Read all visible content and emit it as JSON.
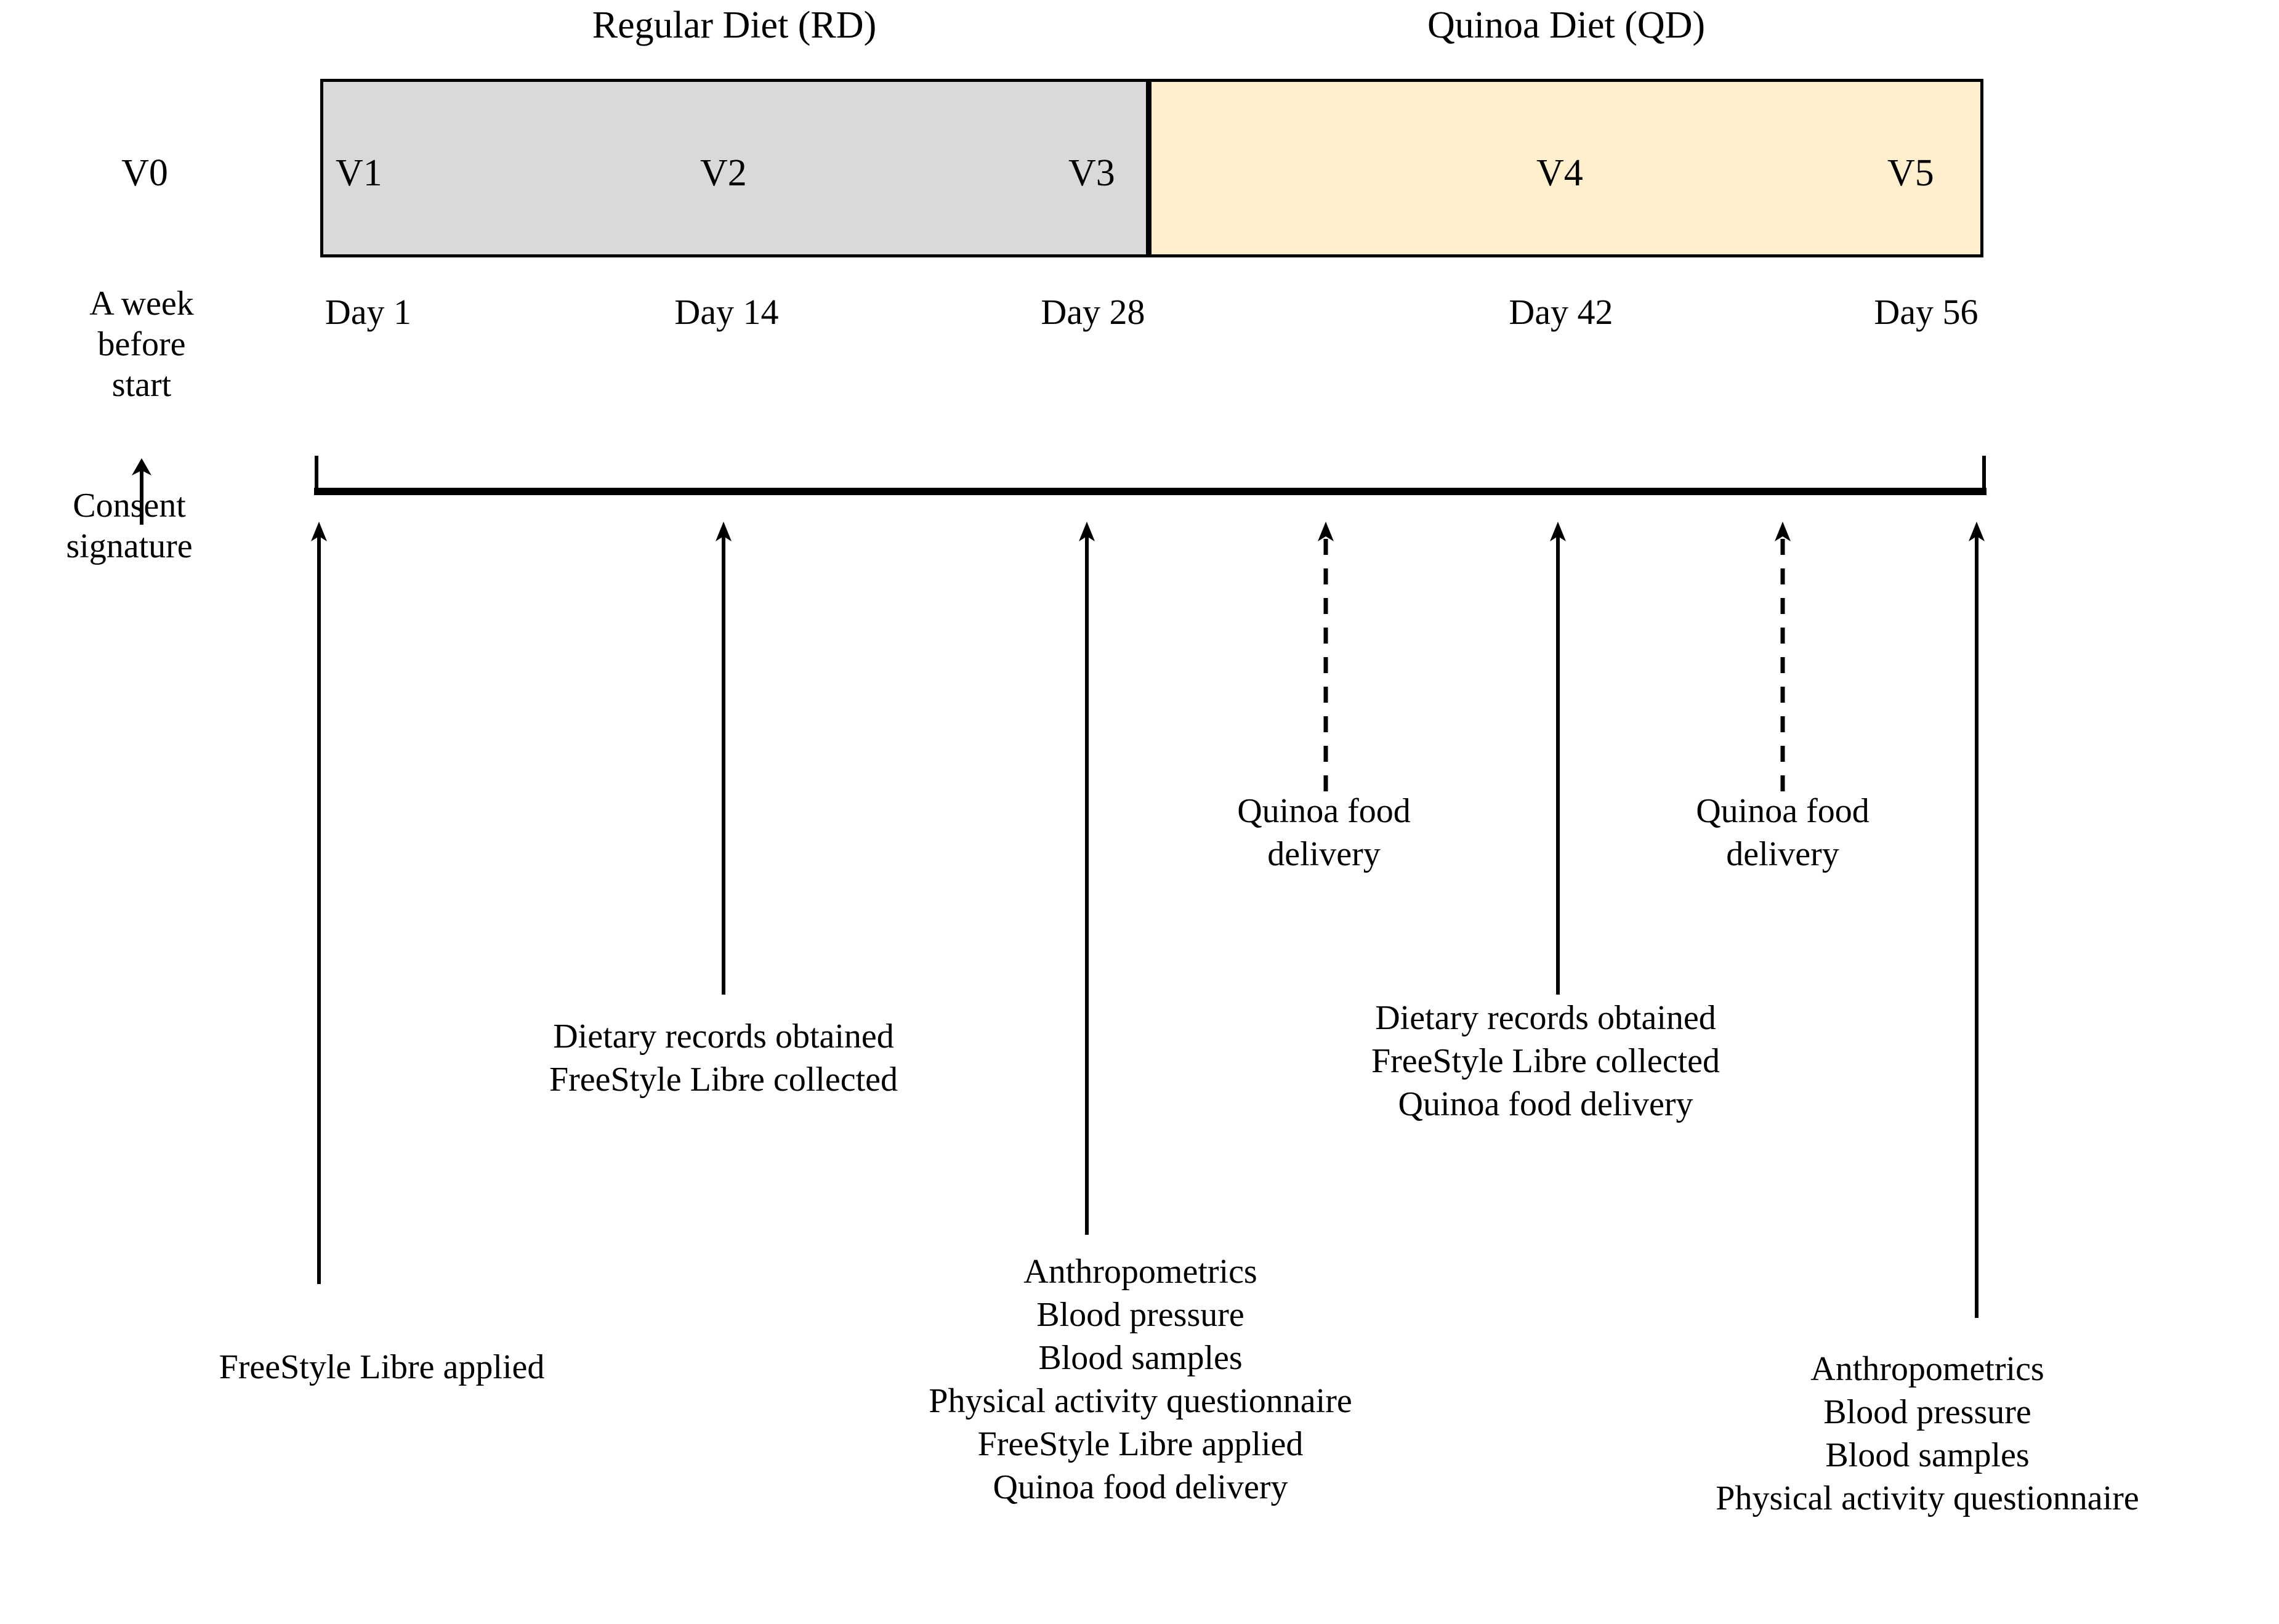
{
  "diagram": {
    "title": "Study visit schedule timeline",
    "colors": {
      "regular_diet_fill": "#D9D9D9",
      "quinoa_diet_fill": "#FFEFCC",
      "outline": "#000000",
      "background": "#FFFFFF"
    }
  },
  "phases": [
    {
      "id": "rd",
      "title": "Regular Diet (RD)",
      "fill": "#D9D9D9"
    },
    {
      "id": "qd",
      "title": "Quinoa Diet (QD)",
      "fill": "#FFEFCC"
    }
  ],
  "visits": [
    {
      "id": "v0",
      "label": "V0",
      "day_label": ""
    },
    {
      "id": "v1",
      "label": "V1",
      "day_label": "Day 1"
    },
    {
      "id": "v2",
      "label": "V2",
      "day_label": "Day 14"
    },
    {
      "id": "v3",
      "label": "V3",
      "day_label": "Day 28"
    },
    {
      "id": "v4",
      "label": "V4",
      "day_label": "Day 42"
    },
    {
      "id": "v5",
      "label": "V5",
      "day_label": "Day 56"
    }
  ],
  "v0_notes": {
    "timing": "A week\nbefore\nstart",
    "activity": "Consent\nsignature"
  },
  "events": [
    {
      "id": "v1-events",
      "anchor": "v1",
      "arrow_style": "solid",
      "text": "FreeStyle Libre applied"
    },
    {
      "id": "v2-events",
      "anchor": "v2",
      "arrow_style": "solid",
      "text": "Dietary records obtained\nFreeStyle Libre collected"
    },
    {
      "id": "v3-events",
      "anchor": "v3",
      "arrow_style": "solid",
      "text": "Anthropometrics\nBlood pressure\nBlood samples\nPhysical activity questionnaire\nFreeStyle Libre applied\nQuinoa food delivery"
    },
    {
      "id": "delivery-1",
      "anchor": "between-v3-v4",
      "arrow_style": "dashed",
      "text": "Quinoa food\ndelivery"
    },
    {
      "id": "v4-events",
      "anchor": "v4",
      "arrow_style": "solid",
      "text": "Dietary records obtained\nFreeStyle Libre collected\nQuinoa food delivery"
    },
    {
      "id": "delivery-2",
      "anchor": "between-v4-v5",
      "arrow_style": "dashed",
      "text": "Quinoa food\ndelivery"
    },
    {
      "id": "v5-events",
      "anchor": "v5",
      "arrow_style": "solid",
      "text": "Anthropometrics\nBlood pressure\nBlood samples\nPhysical activity questionnaire"
    }
  ]
}
